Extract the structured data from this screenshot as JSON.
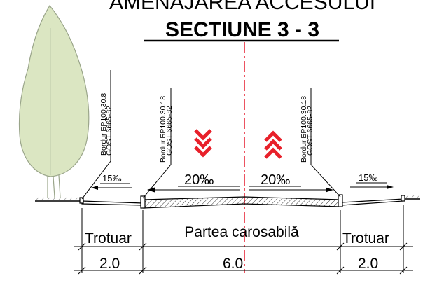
{
  "title": {
    "top_text": "AMENAJAREA ACCESULUI",
    "section": "SECTIUNE 3 - 3"
  },
  "curb_labels": {
    "left_outer": {
      "line1": "Bordur БР100.30.8",
      "line2": "GOST 6665-82"
    },
    "left_inner": {
      "line1": "Bordur БР100.30.18",
      "line2": "GOST 6665-82"
    },
    "right_inner": {
      "line1": "Bordur БР100.30.18",
      "line2": "GOST 6665-82"
    }
  },
  "slopes": {
    "left_sidewalk": "15‰",
    "left_road": "20‰",
    "right_road": "20‰",
    "right_sidewalk": "15‰"
  },
  "zones": {
    "left": "Trotuar",
    "center": "Partea carosabilă",
    "right": "Trotuar"
  },
  "dimensions": {
    "left": "2.0",
    "center": "6.0",
    "right": "2.0"
  },
  "colors": {
    "axis": "#e8283a",
    "chevrons": "#e8202a",
    "tree_fill": "#dbe6c2",
    "tree_stroke": "#9aa58a",
    "line": "#000000"
  },
  "icons": {
    "down_arrow": "chevron-down-triple-icon",
    "up_arrow": "chevron-up-triple-icon",
    "tree": "poplar-tree-icon"
  }
}
